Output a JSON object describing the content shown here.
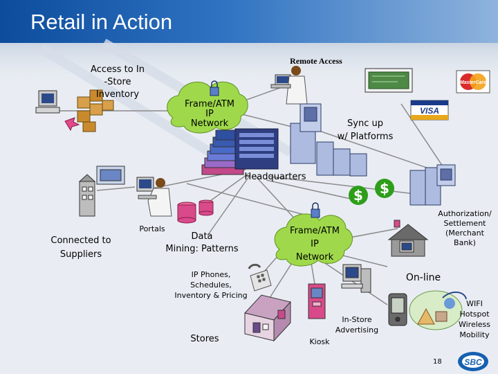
{
  "slide": {
    "title": "Retail in Action",
    "page_number": "18",
    "logo_text": "SBC"
  },
  "labels": {
    "remote_access": "Remote Access",
    "access_inventory_1": "Access to In",
    "access_inventory_2": "-Store",
    "access_inventory_3": "Inventory",
    "frame_top_1": "Frame/ATM",
    "frame_top_2": "IP",
    "frame_top_3": "Network",
    "sync_1": "Sync up",
    "sync_2": "w/ Platforms",
    "headquarters": "Headquarters",
    "connected_1": "Connected to",
    "connected_2": "Suppliers",
    "portals": "Portals",
    "data_mining_1": "Data",
    "data_mining_2": "Mining: Patterns",
    "frame_mid_1": "Frame/ATM",
    "frame_mid_2": "IP",
    "frame_mid_3": "Network",
    "authorization_1": "Authorization/",
    "authorization_2": "Settlement",
    "authorization_3": "(Merchant",
    "authorization_4": "Bank)",
    "ip_phones_1": "IP Phones,",
    "ip_phones_2": "Schedules,",
    "ip_phones_3": "Inventory & Pricing",
    "online": "On-line",
    "wifi_1": "WIFI",
    "wifi_2": "Hotspot",
    "wifi_3": "Wireless",
    "wifi_4": "Mobility",
    "in_store_1": "In-Store",
    "in_store_2": "Advertising",
    "stores": "Stores",
    "kiosk": "Kiosk",
    "mastercard": "MasterCard",
    "visa": "VISA",
    "dollar_sign": "$"
  },
  "colors": {
    "header_blue": "#0d4c9c",
    "cloud_green": "#9fd94b",
    "link_gray": "#8a8a8a",
    "server_blue": "#aebbe0",
    "money_green": "#2e9e1a",
    "logo_blue": "#1560b0"
  }
}
